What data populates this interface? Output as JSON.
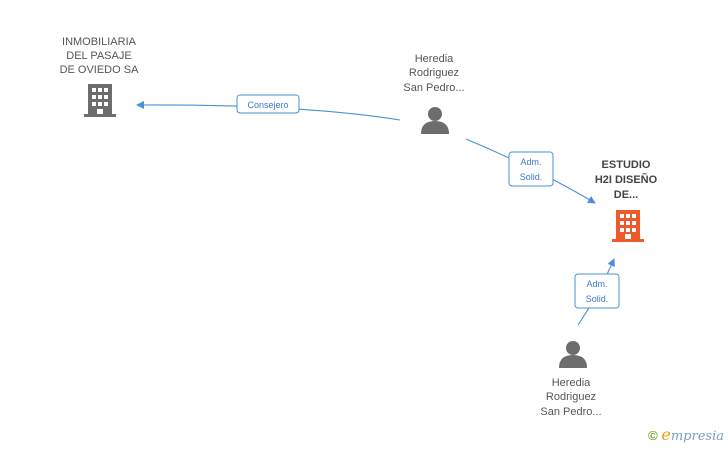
{
  "nodes": {
    "inmobiliaria": {
      "lines": [
        "INMOBILIARIA",
        "DEL PASAJE",
        "DE OVIEDO SA"
      ],
      "type": "company",
      "color": "#6d6d6d"
    },
    "heredia_top": {
      "lines": [
        "Heredia",
        "Rodriguez",
        "San Pedro..."
      ],
      "type": "person",
      "color": "#6d6d6d"
    },
    "estudio": {
      "lines": [
        "ESTUDIO",
        "H2I DISEÑO",
        "DE..."
      ],
      "type": "company",
      "color": "#ef5a2a"
    },
    "heredia_bottom": {
      "lines": [
        "Heredia",
        "Rodriguez",
        "San Pedro..."
      ],
      "type": "person",
      "color": "#6d6d6d"
    }
  },
  "edges": {
    "consejero": {
      "lines": [
        "Consejero"
      ]
    },
    "adm_top": {
      "lines": [
        "Adm.",
        "Solid."
      ]
    },
    "adm_bottom": {
      "lines": [
        "Adm.",
        "Solid."
      ]
    }
  },
  "colors": {
    "edge": "#4a8fd8",
    "company_main": "#ef5a2a",
    "neutral": "#6d6d6d"
  },
  "brand": {
    "copyright": "©",
    "e": "e",
    "rest": "mpresia"
  }
}
